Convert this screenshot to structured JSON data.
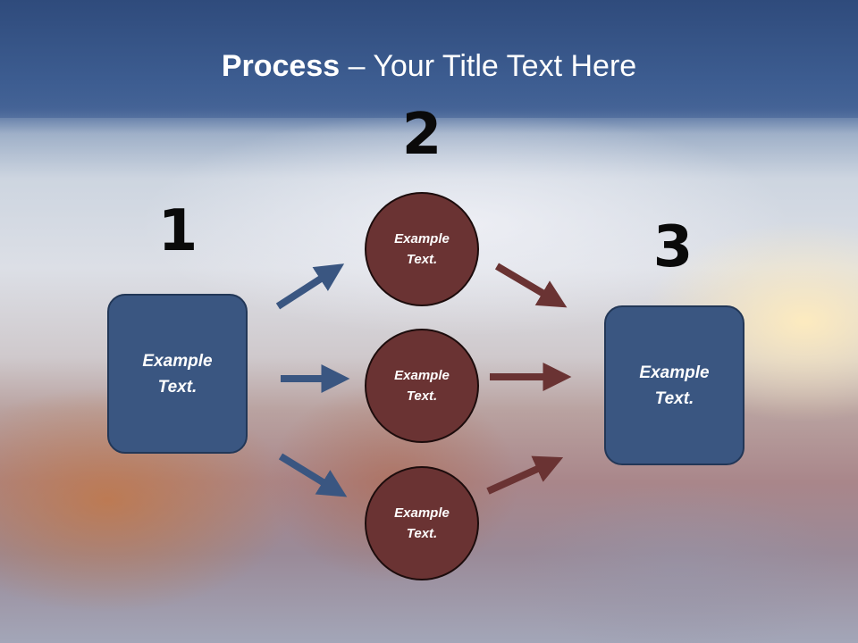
{
  "title": {
    "bold": "Process",
    "rest": " – Your Title Text Here"
  },
  "steps": {
    "one": "1",
    "two": "2",
    "three": "3"
  },
  "left_box": {
    "text": "Example\nText."
  },
  "right_box": {
    "text": "Example\nText."
  },
  "circles": [
    {
      "text": "Example\nText."
    },
    {
      "text": "Example\nText."
    },
    {
      "text": "Example\nText."
    }
  ],
  "colors": {
    "box_fill": "#3a5681",
    "circle_fill": "#6a3333",
    "blue_arrow": "#3a5681",
    "red_arrow": "#6a3333",
    "title_band": "#3d5d91"
  }
}
